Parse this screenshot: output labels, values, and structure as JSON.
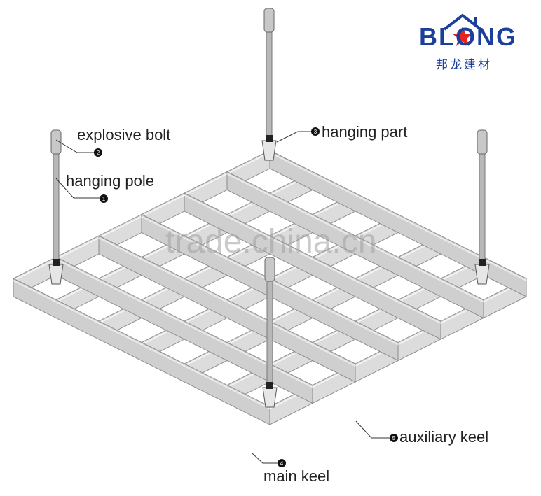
{
  "logo": {
    "wordmark": "BLONG",
    "chinese": "邦龙建材",
    "brand_color": "#1d3f9c",
    "star_color": "#e52520",
    "icon": "house-roof-icon"
  },
  "watermark": "trade.china.cn",
  "labels": [
    {
      "number": "1",
      "text": "hanging pole"
    },
    {
      "number": "2",
      "text": "explosive bolt"
    },
    {
      "number": "3",
      "text": "hanging part"
    },
    {
      "number": "4",
      "text": "main keel"
    },
    {
      "number": "5",
      "text": "auxiliary keel"
    }
  ],
  "colors": {
    "keel_face": "#dcdcdc",
    "keel_edge": "#8a8a8a",
    "rod": "#b8b8b8",
    "text": "#222222"
  }
}
